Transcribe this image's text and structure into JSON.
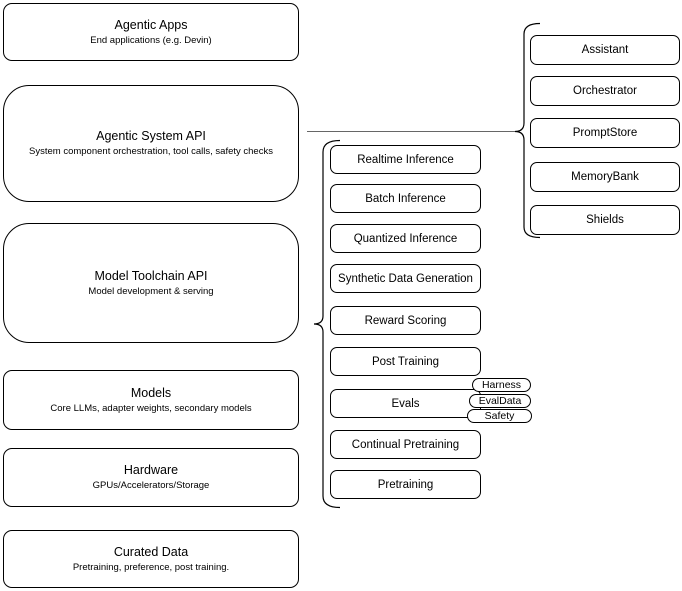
{
  "diagram": {
    "left_stack": [
      {
        "title": "Agentic Apps",
        "subtitle": "End applications (e.g. Devin)"
      },
      {
        "title": "Agentic System API",
        "subtitle": "System component orchestration, tool calls, safety checks"
      },
      {
        "title": "Model Toolchain API",
        "subtitle": "Model development & serving"
      },
      {
        "title": "Models",
        "subtitle": "Core LLMs, adapter weights, secondary models"
      },
      {
        "title": "Hardware",
        "subtitle": "GPUs/Accelerators/Storage"
      },
      {
        "title": "Curated Data",
        "subtitle": "Pretraining, preference, post training."
      }
    ],
    "toolchain_components": [
      "Realtime Inference",
      "Batch Inference",
      "Quantized Inference",
      "Synthetic Data Generation",
      "Reward Scoring",
      "Post Training",
      "Evals",
      "Continual Pretraining",
      "Pretraining"
    ],
    "evals_tags": [
      "Harness",
      "EvalData",
      "Safety"
    ],
    "system_components": [
      "Assistant",
      "Orchestrator",
      "PromptStore",
      "MemoryBank",
      "Shields"
    ],
    "colors": {
      "stroke": "#000000",
      "connector": "#666666",
      "background": "#ffffff"
    }
  }
}
